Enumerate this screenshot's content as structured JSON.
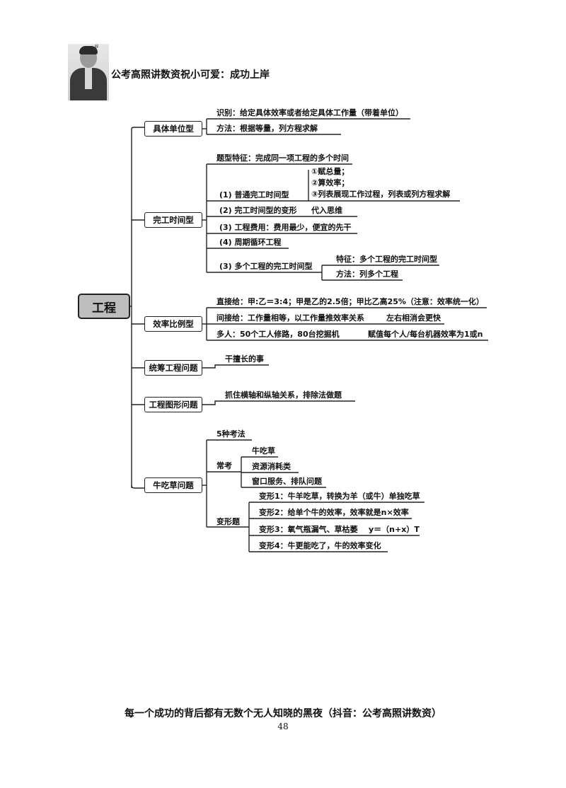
{
  "header": {
    "text": "公考高照讲数资祝小可爱：成功上岸",
    "mark": "®"
  },
  "footer": {
    "text": "每一个成功的背后都有无数个无人知晓的黑夜（抖音：公考高照讲数资）",
    "page": "48"
  },
  "mindmap": {
    "root": "工程",
    "b1": {
      "label": "具体单位型",
      "l1": "识别：给定具体效率或者给定具体工作量（带着单位）",
      "l2": "方法：根据等量，列方程求解"
    },
    "b2": {
      "label": "完工时间型",
      "head": "题型特征：完成同一项工程的多个时间",
      "s1": {
        "label": "(1) 普通完工时间型",
        "n1": "①赋总量；",
        "n2": "②算效率；",
        "n3": "③列表展现工作过程，列表或列方程求解"
      },
      "s2": {
        "label": "(2) 完工时间型的变形",
        "note": "代入思维"
      },
      "s3": "(3) 工程费用：费用最少，便宜的先干",
      "s4": "(4) 周期循环工程",
      "s5": {
        "label": "(3) 多个工程的完工时间型",
        "t1": "特征：多个工程的完工时间型",
        "t2": "方法：列多个工程"
      }
    },
    "b3": {
      "label": "效率比例型",
      "l1": "直接给：甲:乙＝3:4；甲是乙的2.5倍；甲比乙高25%（注意：效率统一化）",
      "l2a": "间接给：工作量相等，以工作量推效率关系",
      "l2b": "左右相消会更快",
      "l3a": "多人：50个工人修路，80台挖掘机",
      "l3b": "赋值每个人/每台机器效率为1或n"
    },
    "b4": {
      "label": "统筹工程问题",
      "l1": "干擅长的事"
    },
    "b5": {
      "label": "工程图形问题",
      "l1": "抓住横轴和纵轴关系，排除法做题"
    },
    "b6": {
      "label": "牛吃草问题",
      "k0": "5种考法",
      "c1": {
        "label": "常考",
        "i1": "牛吃草",
        "i2": "资源消耗类",
        "i3": "窗口服务、排队问题"
      },
      "c2": {
        "label": "变形题",
        "v1": "变形1：牛羊吃草，转换为羊（或牛）单独吃草",
        "v2": "变形2：给单个牛的效率，效率就是n×效率",
        "v3a": "变形3：氧气瓶漏气、草枯萎",
        "v3b": "y＝（n+x）T",
        "v4": "变形4：牛更能吃了，牛的效率变化"
      }
    }
  }
}
